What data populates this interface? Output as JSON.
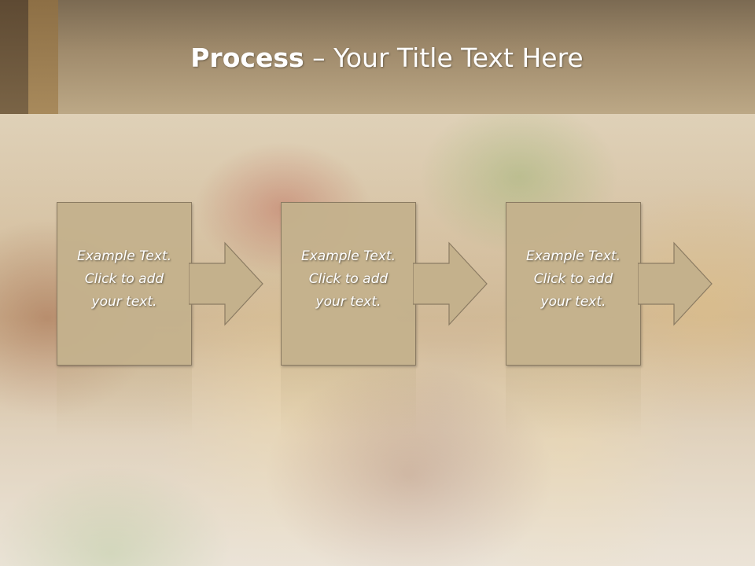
{
  "slide": {
    "title_bold": "Process",
    "title_rest": " – Your Title Text Here"
  },
  "steps": [
    {
      "text": "Example Text.\nClick  to add\nyour text."
    },
    {
      "text": "Example Text.\nClick  to add\nyour text."
    },
    {
      "text": "Example Text.\nClick  to add\nyour text."
    }
  ],
  "colors": {
    "box_fill": "#c4b18c",
    "box_border": "#8b7b62",
    "title_band": "#a08b6c",
    "text": "#ffffff"
  }
}
